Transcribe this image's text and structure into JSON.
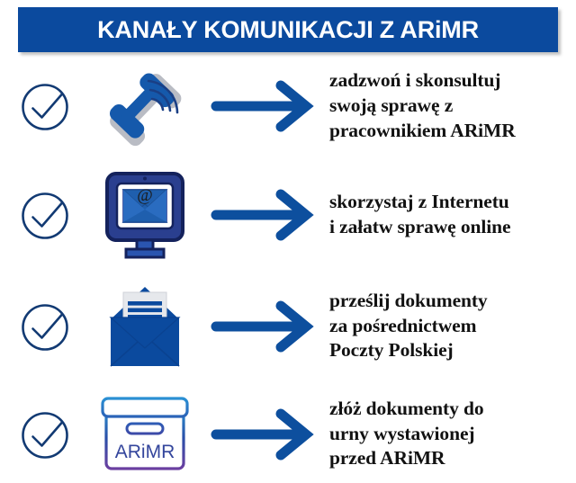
{
  "header": {
    "title": "KANAŁY KOMUNIKACJI Z ARiMR",
    "background_color": "#0b4a9e",
    "text_color": "#ffffff"
  },
  "colors": {
    "brand_blue": "#0b4a9e",
    "navy": "#1b2d6b",
    "dark_navy": "#14225c",
    "check_outline": "#123a73",
    "arrow": "#0d4f9e",
    "gray_shade": "#b9bcc4",
    "box_lid": "#2a86c9",
    "box_bottom": "#6b3fa0"
  },
  "rows": [
    {
      "check_icon": "check-circle-icon",
      "icon": "phone-handset-icon",
      "arrow_icon": "arrow-right-icon",
      "text_lines": [
        "zadzwoń i skonsultuj",
        "swoją sprawę z",
        "pracownikiem ARiMR"
      ]
    },
    {
      "check_icon": "check-circle-icon",
      "icon": "monitor-email-icon",
      "arrow_icon": "arrow-right-icon",
      "text_lines": [
        "skorzystaj z Internetu",
        "i załatw sprawę online"
      ]
    },
    {
      "check_icon": "check-circle-icon",
      "icon": "open-envelope-document-icon",
      "arrow_icon": "arrow-right-icon",
      "text_lines": [
        "prześlij dokumenty",
        "za pośrednictwem",
        "Poczty Polskiej"
      ]
    },
    {
      "check_icon": "check-circle-icon",
      "icon": "ballot-box-icon",
      "arrow_icon": "arrow-right-icon",
      "box_label": "ARiMR",
      "text_lines": [
        "złóż dokumenty do",
        "urny wystawionej",
        "przed ARiMR"
      ]
    }
  ]
}
